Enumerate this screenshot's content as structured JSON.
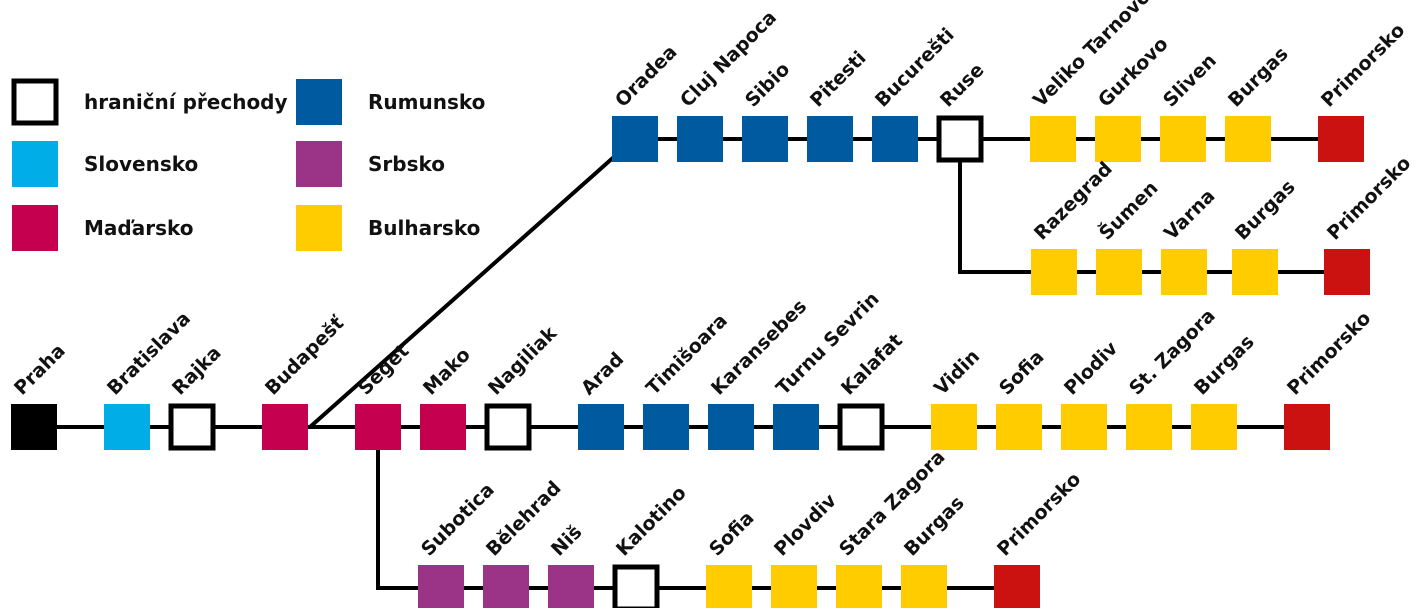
{
  "colors": {
    "start": "#000000",
    "slovensko": "#00ade6",
    "madarsko": "#c4004f",
    "rumunsko": "#005aa0",
    "srbsko": "#9b3386",
    "bulharsko": "#ffcc00",
    "destination": "#cc1111",
    "border": "#ffffff",
    "line": "#000000"
  },
  "legend": [
    {
      "key": "border",
      "label": "hraniční přechody"
    },
    {
      "key": "slovensko",
      "label": "Slovensko"
    },
    {
      "key": "madarsko",
      "label": "Maďarsko"
    },
    {
      "key": "rumunsko",
      "label": "Rumunsko"
    },
    {
      "key": "srbsko",
      "label": "Srbsko"
    },
    {
      "key": "bulharsko",
      "label": "Bulharsko"
    }
  ],
  "routes": {
    "main": [
      {
        "name": "Praha",
        "type": "start"
      },
      {
        "name": "Bratislava",
        "type": "slovensko"
      },
      {
        "name": "Rajka",
        "type": "border"
      },
      {
        "name": "Budapešť",
        "type": "madarsko"
      },
      {
        "name": "Seget",
        "type": "madarsko"
      },
      {
        "name": "Mako",
        "type": "madarsko"
      },
      {
        "name": "Nagiliak",
        "type": "border"
      },
      {
        "name": "Arad",
        "type": "rumunsko"
      },
      {
        "name": "Timišoara",
        "type": "rumunsko"
      },
      {
        "name": "Karansebes",
        "type": "rumunsko"
      },
      {
        "name": "Turnu Sevrin",
        "type": "rumunsko"
      },
      {
        "name": "Kalafat",
        "type": "border"
      },
      {
        "name": "Vidin",
        "type": "bulharsko"
      },
      {
        "name": "Sofia",
        "type": "bulharsko"
      },
      {
        "name": "Plodiv",
        "type": "bulharsko"
      },
      {
        "name": "St. Zagora",
        "type": "bulharsko"
      },
      {
        "name": "Burgas",
        "type": "bulharsko"
      },
      {
        "name": "Primorsko",
        "type": "destination"
      }
    ],
    "north": [
      {
        "name": "Oradea",
        "type": "rumunsko"
      },
      {
        "name": "Cluj Napoca",
        "type": "rumunsko"
      },
      {
        "name": "Sibio",
        "type": "rumunsko"
      },
      {
        "name": "Pitesti",
        "type": "rumunsko"
      },
      {
        "name": "Bucurešti",
        "type": "rumunsko"
      },
      {
        "name": "Ruse",
        "type": "border"
      },
      {
        "name": "Veliko Tarnovo",
        "type": "bulharsko"
      },
      {
        "name": "Gurkovo",
        "type": "bulharsko"
      },
      {
        "name": "Sliven",
        "type": "bulharsko"
      },
      {
        "name": "Burgas",
        "type": "bulharsko"
      },
      {
        "name": "Primorsko",
        "type": "destination"
      }
    ],
    "ruse_branch": [
      {
        "name": "Razegrad",
        "type": "bulharsko"
      },
      {
        "name": "Šumen",
        "type": "bulharsko"
      },
      {
        "name": "Varna",
        "type": "bulharsko"
      },
      {
        "name": "Burgas",
        "type": "bulharsko"
      },
      {
        "name": "Primorsko",
        "type": "destination"
      }
    ],
    "south": [
      {
        "name": "Subotica",
        "type": "srbsko"
      },
      {
        "name": "Bělehrad",
        "type": "srbsko"
      },
      {
        "name": "Niš",
        "type": "srbsko"
      },
      {
        "name": "Kalotino",
        "type": "border"
      },
      {
        "name": "Sofia",
        "type": "bulharsko"
      },
      {
        "name": "Plovdiv",
        "type": "bulharsko"
      },
      {
        "name": "Stara Zagora",
        "type": "bulharsko"
      },
      {
        "name": "Burgas",
        "type": "bulharsko"
      },
      {
        "name": "Primorsko",
        "type": "destination"
      }
    ]
  }
}
